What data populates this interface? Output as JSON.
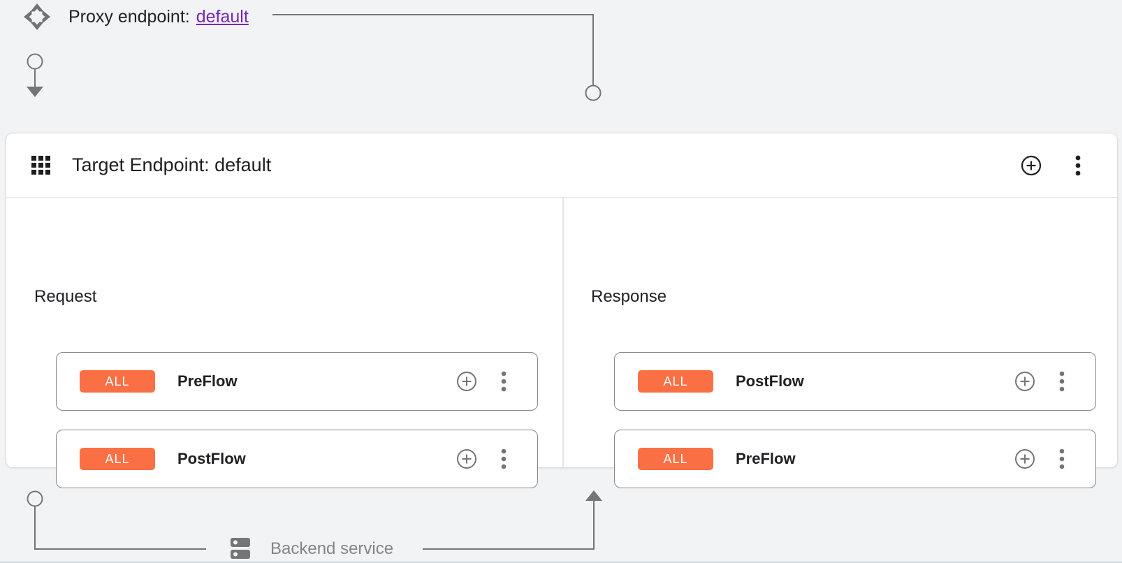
{
  "proxy_row": {
    "label": "Proxy endpoint:",
    "link_text": "default"
  },
  "target_card": {
    "title": "Target Endpoint: default",
    "add_button": "add",
    "menu_button": "more options"
  },
  "request_panel": {
    "label": "Request",
    "flows": [
      {
        "badge": "ALL",
        "title": "PreFlow"
      },
      {
        "badge": "ALL",
        "title": "PostFlow"
      }
    ]
  },
  "response_panel": {
    "label": "Response",
    "flows": [
      {
        "badge": "ALL",
        "title": "PostFlow"
      },
      {
        "badge": "ALL",
        "title": "PreFlow"
      }
    ]
  },
  "backend_row": {
    "label": "Backend service"
  },
  "colors": {
    "page_background": "#f1f3f4",
    "badge_background": "#fa7044",
    "badge_text": "#ffffff",
    "link_purple": "#7627bb",
    "connector_gray": "#757575",
    "text_primary": "#202124",
    "text_secondary": "#80868b",
    "card_border": "#dadce0",
    "flow_card_border": "#84888c"
  },
  "icons": [
    "proxy-endpoint-icon",
    "apps-grid-icon",
    "add-circle-icon",
    "kebab-menu-icon",
    "dns-server-icon",
    "flow-connector-circle",
    "flow-arrow"
  ]
}
